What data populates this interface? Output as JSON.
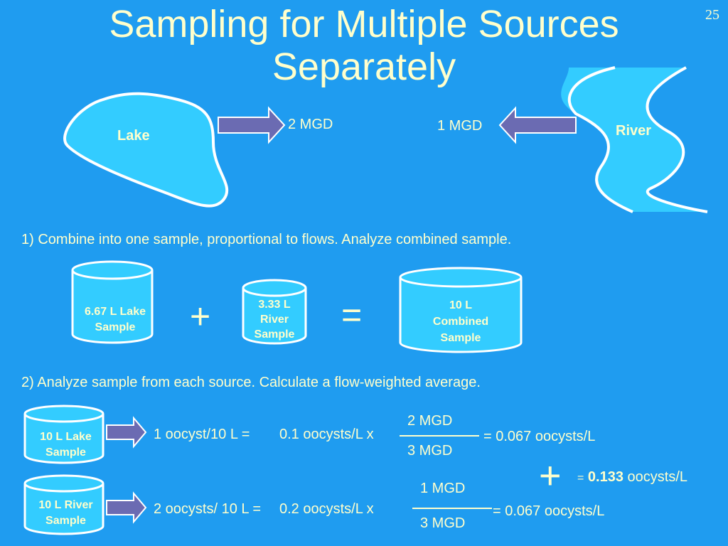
{
  "slide": {
    "title_line1": "Sampling for Multiple Sources",
    "title_line2": "Separately",
    "number": "25"
  },
  "sources": {
    "lake_label": "Lake",
    "river_label": "River",
    "lake_flow": "2 MGD",
    "river_flow": "1 MGD"
  },
  "step1": {
    "text": "1) Combine into one sample, proportional to flows.  Analyze combined sample.",
    "lake_sample_l1": "6.67 L Lake",
    "lake_sample_l2": "Sample",
    "plus": "+",
    "river_sample_l1": "3.33 L",
    "river_sample_l2": "River",
    "river_sample_l3": "Sample",
    "equals": "=",
    "combined_l1": "10 L",
    "combined_l2": "Combined",
    "combined_l3": "Sample"
  },
  "step2": {
    "text": "2) Analyze sample from each source. Calculate a flow-weighted average.",
    "lake": {
      "sample_l1": "10 L Lake",
      "sample_l2": "Sample",
      "count": "1 oocyst/10 L =",
      "conc": "0.1 oocysts/L x",
      "numerator": "2 MGD",
      "denominator": "3 MGD",
      "result": "= 0.067 oocysts/L"
    },
    "river": {
      "sample_l1": "10 L River",
      "sample_l2": "Sample",
      "count": "2 oocysts/ 10 L =",
      "conc": "0.2 oocysts/L x",
      "numerator": "1 MGD",
      "denominator": "3 MGD",
      "result": "= 0.067 oocysts/L"
    },
    "plus": "+",
    "total_eq": "=",
    "total_value": "0.133",
    "total_unit": "oocysts/L"
  },
  "colors": {
    "background": "#1f9cf0",
    "water": "#33ccff",
    "arrow": "#6b6bb2",
    "text": "#ffffcc"
  }
}
